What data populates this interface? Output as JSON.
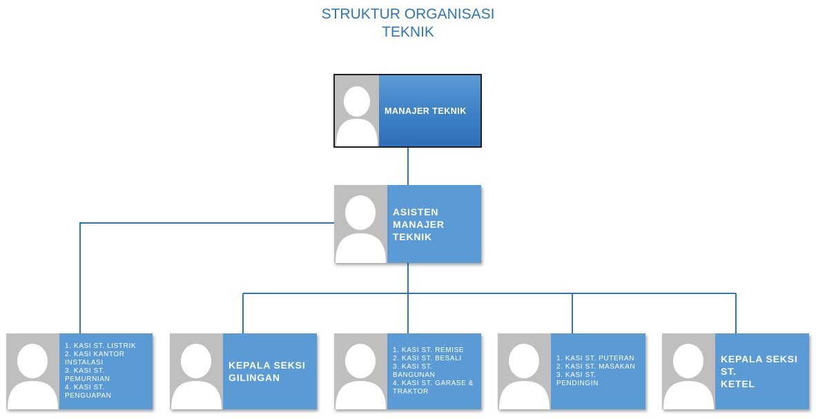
{
  "title": {
    "line1": "STRUKTUR ORGANISASI",
    "line2": "TEKNIK"
  },
  "nodes": {
    "manager": {
      "label": "MANAJER TEKNIK"
    },
    "assistant": {
      "line1": "ASISTEN",
      "line2": "MANAJER TEKNIK"
    },
    "kasi_listrik": {
      "items": [
        "1. KASI ST. LISTRIK",
        "2. KASI KANTOR INSTALASI",
        "3. KASI ST. PEMURNIAN",
        "4. KASI ST. PENGUAPAN"
      ]
    },
    "gilingan": {
      "line1": "KEPALA SEKSI",
      "line2": "GILINGAN"
    },
    "kasi_remise": {
      "items": [
        "1. KASI ST. REMISE",
        "2. KASI ST. BESALI",
        "3. KASI ST. BANGUNAN",
        "4. KASI ST. GARASE & TRAKTOR"
      ]
    },
    "kasi_puteran": {
      "items": [
        "1. KASI ST. PUTERAN",
        "2. KASI ST. MASAKAN",
        "3. KASI ST. PENDINGIN"
      ]
    },
    "ketel": {
      "line1": "KEPALA SEKSI ST.",
      "line2": "KETEL"
    }
  },
  "colors": {
    "box": "#5b9bd5",
    "title": "#2e75b6",
    "connector": "#2e75b6",
    "avatar_bg": "#bfbfbf"
  }
}
